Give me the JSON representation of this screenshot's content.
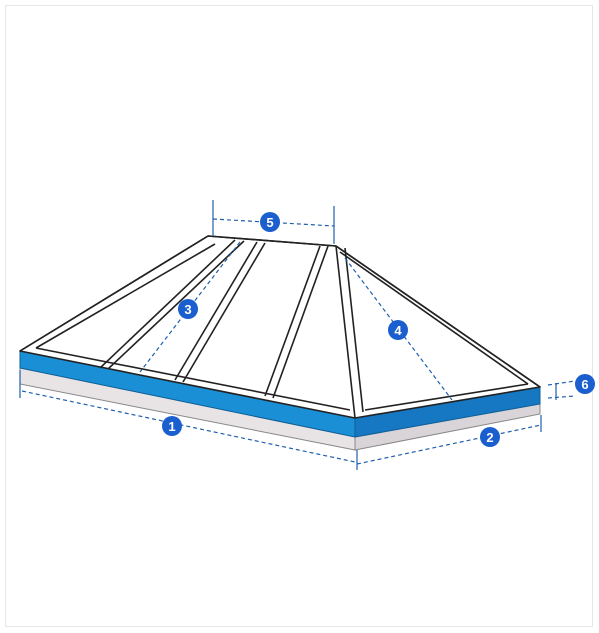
{
  "colors": {
    "band_top": "#1a8fd6",
    "band_side": "#1677c2",
    "base": "#e8e4e6",
    "dimension": "#1f5fae",
    "badge": "#1b5fcf"
  },
  "markers": [
    {
      "label": "1"
    },
    {
      "label": "2"
    },
    {
      "label": "3"
    },
    {
      "label": "4"
    },
    {
      "label": "5"
    },
    {
      "label": "6"
    }
  ]
}
